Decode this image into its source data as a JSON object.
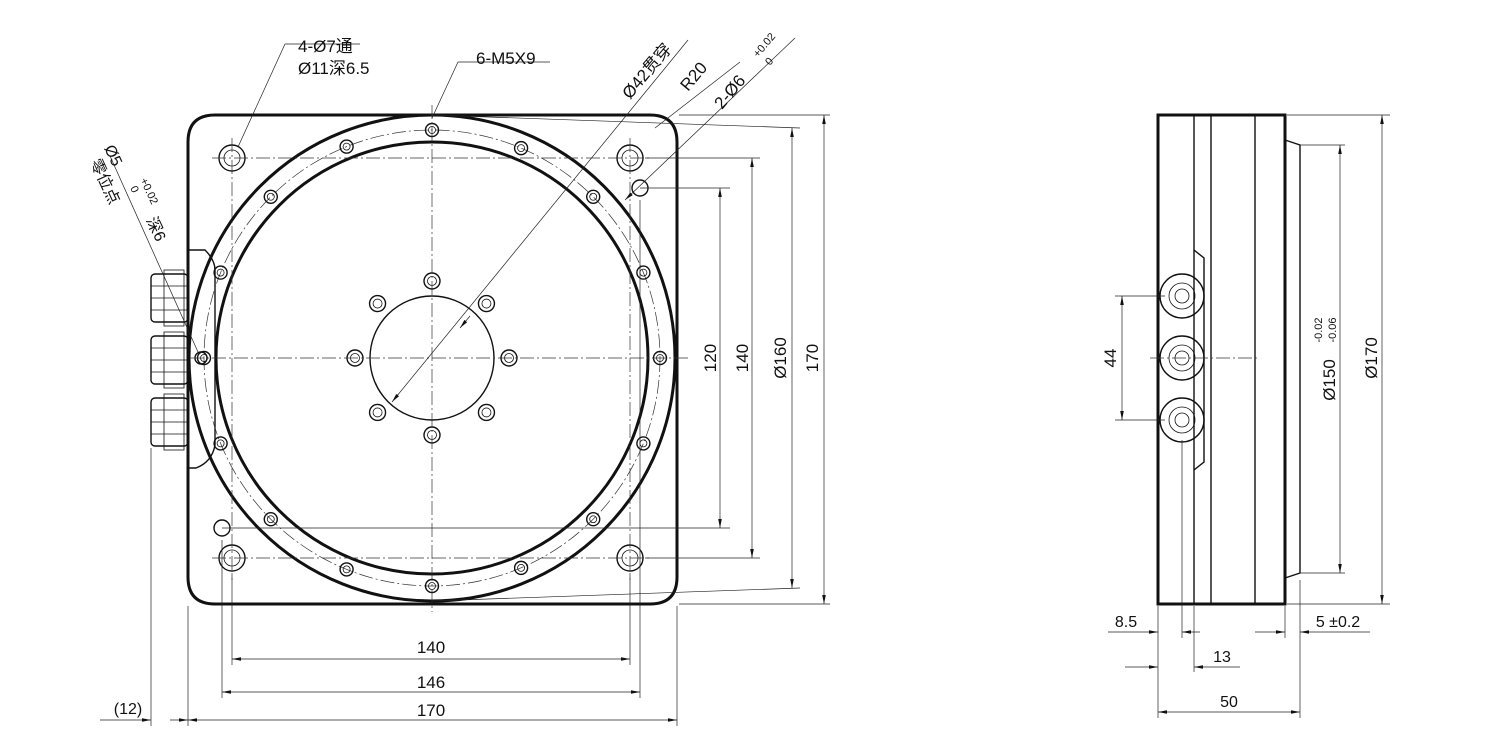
{
  "colors": {
    "line": "#111111",
    "background": "#ffffff"
  },
  "front_view": {
    "callouts": {
      "mount_holes_line1": "4-Ø7通",
      "mount_holes_line2": "Ø11深6.5",
      "thread_holes": "6-M5X9",
      "through_hole": "Ø42贯穿",
      "radius": "R20",
      "pin_holes_a": "2-Ø6",
      "pin_holes_tol_top": "+0.02",
      "pin_holes_tol_bottom": "0",
      "zero_point_a": "Ø5",
      "zero_point_tol_top": "+0.02",
      "zero_point_tol_bottom": "0",
      "zero_point_depth": "深6",
      "zero_point_label": "零位点"
    },
    "dims": {
      "h140": "140",
      "h146": "146",
      "h170": "170",
      "h12": "(12)",
      "v120": "120",
      "v140": "140",
      "v160": "Ø160",
      "v170": "170"
    }
  },
  "side_view": {
    "dims": {
      "v44": "44",
      "v150": "Ø150",
      "v150_tol_top": "-0.02",
      "v150_tol_bottom": "-0.06",
      "v170": "Ø170",
      "h8_5": "8.5",
      "h13": "13",
      "h50": "50",
      "h5": "5 ±0.2"
    }
  }
}
